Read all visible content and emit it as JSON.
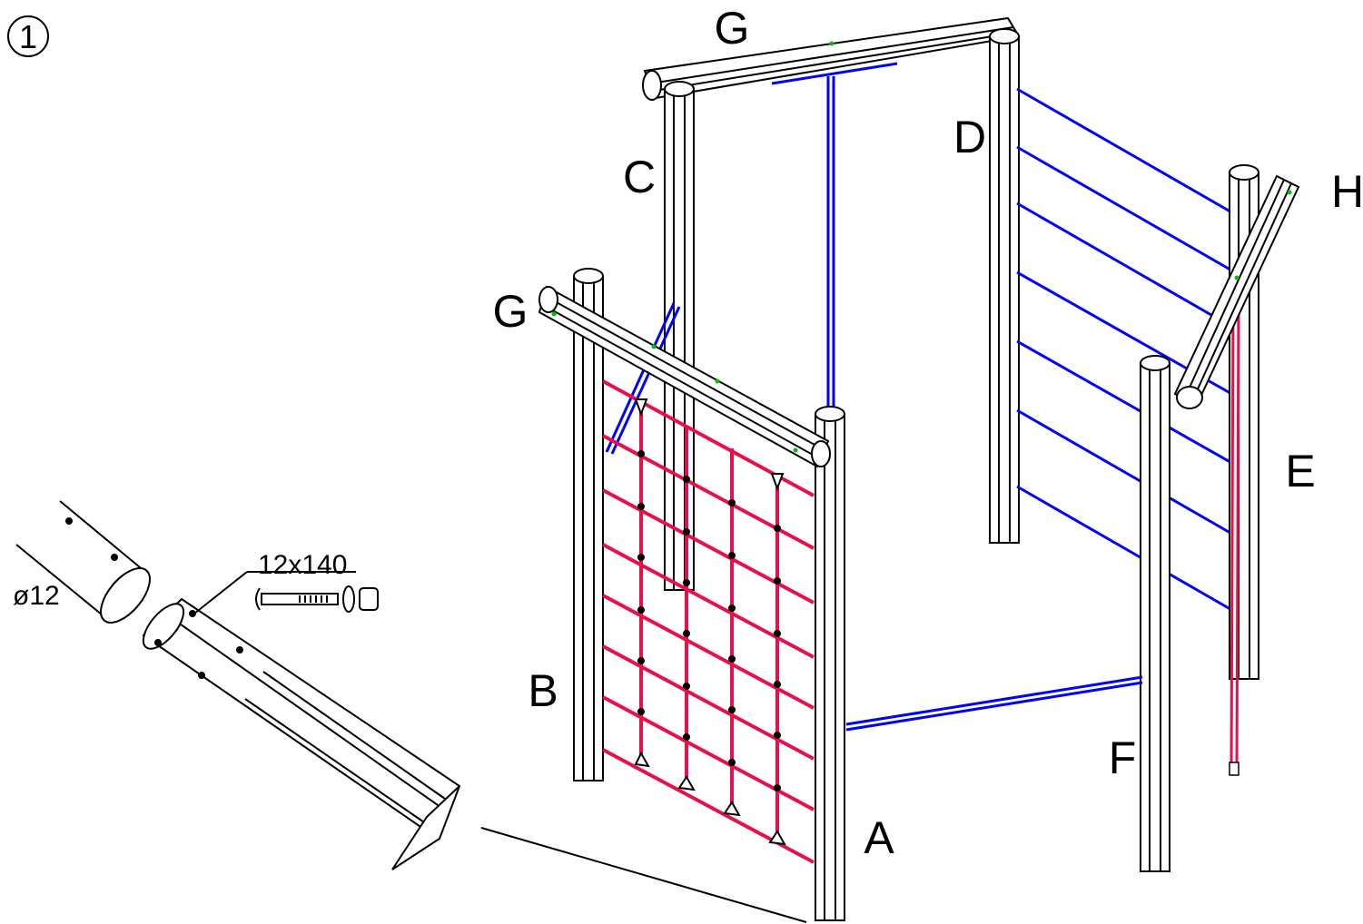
{
  "step": {
    "number": "1"
  },
  "post_labels": {
    "A": "A",
    "B": "B",
    "C": "C",
    "D": "D",
    "E": "E",
    "F": "F",
    "G_back": "G",
    "G_front": "G",
    "H": "H"
  },
  "detail": {
    "tube_diameter": "ø12",
    "bolt_size": "12x140"
  },
  "colors": {
    "outline": "#000000",
    "rungs": "#0000ff",
    "net": "#e8104a",
    "marker": "#00c000",
    "background": "#ffffff"
  }
}
